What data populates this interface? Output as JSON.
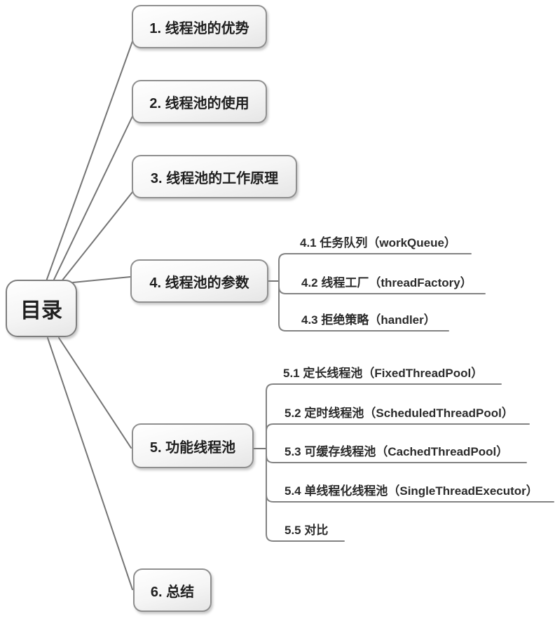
{
  "diagram": {
    "type": "mindmap",
    "root": {
      "label": "目录"
    },
    "branches": [
      {
        "label": "1. 线程池的优势",
        "children": []
      },
      {
        "label": "2. 线程池的使用",
        "children": []
      },
      {
        "label": "3. 线程池的工作原理",
        "children": []
      },
      {
        "label": "4. 线程池的参数",
        "children": [
          {
            "label": "4.1 任务队列（workQueue）"
          },
          {
            "label": "4.2 线程工厂（threadFactory）"
          },
          {
            "label": "4.3 拒绝策略（handler）"
          }
        ]
      },
      {
        "label": "5. 功能线程池",
        "children": [
          {
            "label": "5.1 定长线程池（FixedThreadPool）"
          },
          {
            "label": "5.2 定时线程池（ScheduledThreadPool）"
          },
          {
            "label": "5.3 可缓存线程池（CachedThreadPool）"
          },
          {
            "label": "5.4 单线程化线程池（SingleThreadExecutor）"
          },
          {
            "label": "5.5 对比"
          }
        ]
      },
      {
        "label": "6. 总结",
        "children": []
      }
    ]
  },
  "colors": {
    "connector": "#757575",
    "underline": "#828282",
    "node_border": "#8f8f8f",
    "text": "#1f1f1f",
    "background": "#ffffff"
  }
}
